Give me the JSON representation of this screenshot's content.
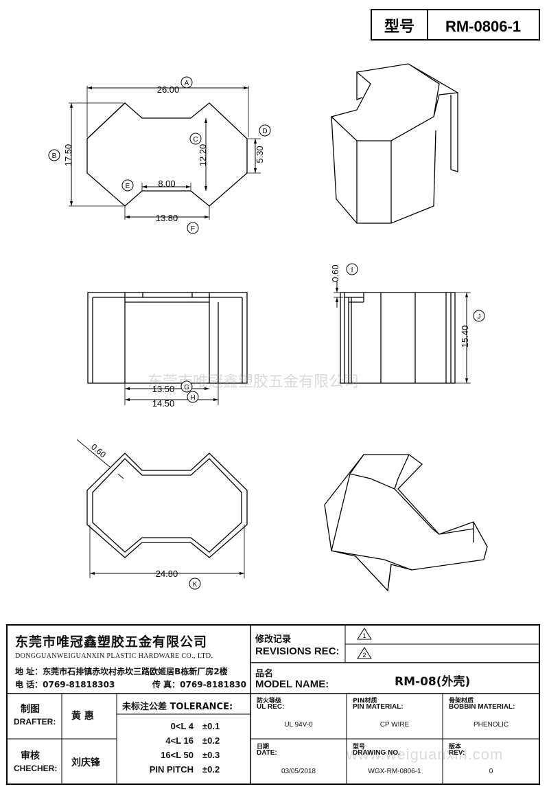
{
  "header": {
    "type_label": "型号",
    "part_number": "RM-0806-1"
  },
  "dimensions": {
    "A": {
      "letter": "A",
      "value": "26.00"
    },
    "B": {
      "letter": "B",
      "value": "17.50"
    },
    "C": {
      "letter": "C",
      "value": "12.20"
    },
    "D": {
      "letter": "D",
      "value": "5.30"
    },
    "E": {
      "letter": "E",
      "value": "8.00"
    },
    "F": {
      "letter": "F",
      "value": "13.80"
    },
    "G": {
      "letter": "G",
      "value": "13.50"
    },
    "H": {
      "letter": "H",
      "value": "14.50"
    },
    "I": {
      "letter": "I",
      "value": "0.60"
    },
    "J": {
      "letter": "J",
      "value": "15.40"
    },
    "K": {
      "letter": "K",
      "value": "24.80"
    },
    "wall": {
      "value": "0.60"
    }
  },
  "watermarks": {
    "center": "东莞市唯冠鑫塑胶五金有限公司",
    "url": "www.weiguanxin.com"
  },
  "company": {
    "name_cn": "东莞市唯冠鑫塑胶五金有限公司",
    "name_en": "DONGGUANWEIGUANXIN PLASTIC HARDWARE CO., LTD.",
    "address": "地  址：东莞市石排镇赤坎村赤坎三路欧姬居B栋新厂房2楼",
    "phone": "电  话：0769-81818303",
    "fax": "传  真：0769-8181830"
  },
  "revisions": {
    "label_cn": "修改记录",
    "label_en": "REVISIONS REC:",
    "rev1": "1",
    "rev2": "2"
  },
  "model": {
    "label_cn": "品名",
    "label_en": "MODEL NAME:",
    "value": "RM-08(外壳)"
  },
  "drafter": {
    "label_cn": "制图",
    "label_en": "DRAFTER:",
    "name": "黄  惠"
  },
  "checker": {
    "label_cn": "审核",
    "label_en": "CHECHER:",
    "name": "刘庆锋"
  },
  "tolerance": {
    "title": "未标注公差 TOLERANCE:",
    "rows": [
      {
        "range": "0<L  4",
        "tol": "±0.1"
      },
      {
        "range": "4<L  16",
        "tol": "±0.2"
      },
      {
        "range": "16<L  50",
        "tol": "±0.3"
      },
      {
        "range": "PIN PITCH",
        "tol": "±0.2"
      }
    ]
  },
  "specs": {
    "ul": {
      "label_cn": "防火等级",
      "label_en": "UL REC:",
      "value": "UL 94V-0"
    },
    "pin": {
      "label_cn": "PIN材质",
      "label_en": "PIN MATERIAL:",
      "value": "CP WIRE"
    },
    "bobbin": {
      "label_cn": "骨架材质",
      "label_en": "BOBBIN MATERIAL:",
      "value": "PHENOLIC"
    },
    "date": {
      "label_cn": "日期",
      "label_en": "DATE:",
      "value": "03/05/2018"
    },
    "drawing": {
      "label_cn": "型号",
      "label_en": "DRAWING NO.",
      "value": "WGX-RM-0806-1"
    },
    "rev": {
      "label_cn": "版本",
      "label_en": "REV:",
      "value": "0"
    }
  }
}
